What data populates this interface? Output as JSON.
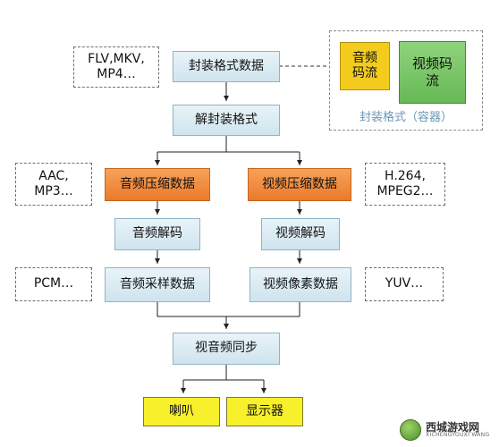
{
  "diagram": {
    "format_examples": "FLV,MKV,\nMP4…",
    "encapsulated_data": "封装格式数据",
    "demux": "解封装格式",
    "container": {
      "audio_stream": "音频\n码流",
      "video_stream": "视频码\n流",
      "label": "封装格式（容器）"
    },
    "audio_codec_examples": "AAC,\nMP3…",
    "audio_compressed": "音频压缩数据",
    "video_compressed": "视频压缩数据",
    "video_codec_examples": "H.264,\nMPEG2…",
    "audio_decode": "音频解码",
    "video_decode": "视频解码",
    "pcm_example": "PCM…",
    "audio_samples": "音频采样数据",
    "video_pixels": "视频像素数据",
    "yuv_example": "YUV…",
    "av_sync": "视音频同步",
    "speaker": "喇叭",
    "display": "显示器"
  },
  "watermark": {
    "title": "西城游戏网",
    "subtitle": "XICHENGYOUXI WANG"
  }
}
